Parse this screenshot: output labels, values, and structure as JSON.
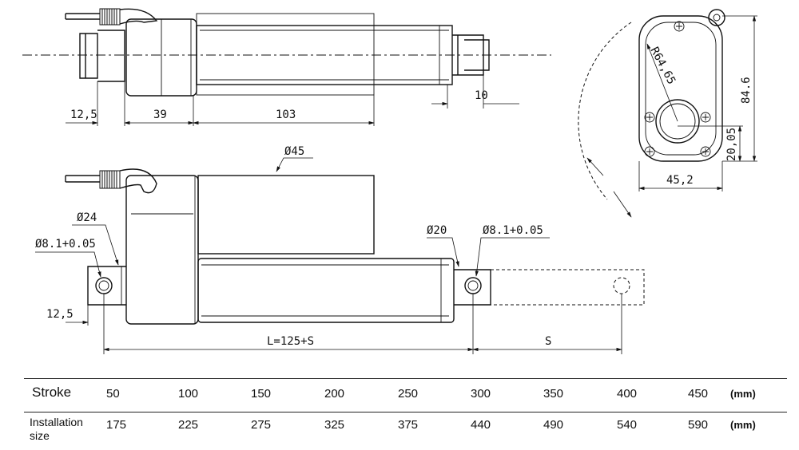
{
  "dimensions": {
    "top_left": "12,5",
    "top_body": "39",
    "top_tube": "103",
    "top_rod_end": "10",
    "radius": "R64,65",
    "height": "84.6",
    "hole_offset": "20,05",
    "width": "45,2",
    "tube_dia": "Ø45",
    "clevis_dia": "Ø24",
    "rear_hole": "Ø8.1+0.05",
    "bottom_left": "12,5",
    "rod_dia": "Ø20",
    "front_hole": "Ø8.1+0.05",
    "length": "L=125+S",
    "stroke": "S"
  },
  "table": {
    "stroke_label": "Stroke",
    "install_label": "Installation size",
    "unit": "(mm)",
    "stroke_values": [
      "50",
      "100",
      "150",
      "200",
      "250",
      "300",
      "350",
      "400",
      "450"
    ],
    "install_values": [
      "175",
      "225",
      "275",
      "325",
      "375",
      "440",
      "490",
      "540",
      "590"
    ]
  }
}
